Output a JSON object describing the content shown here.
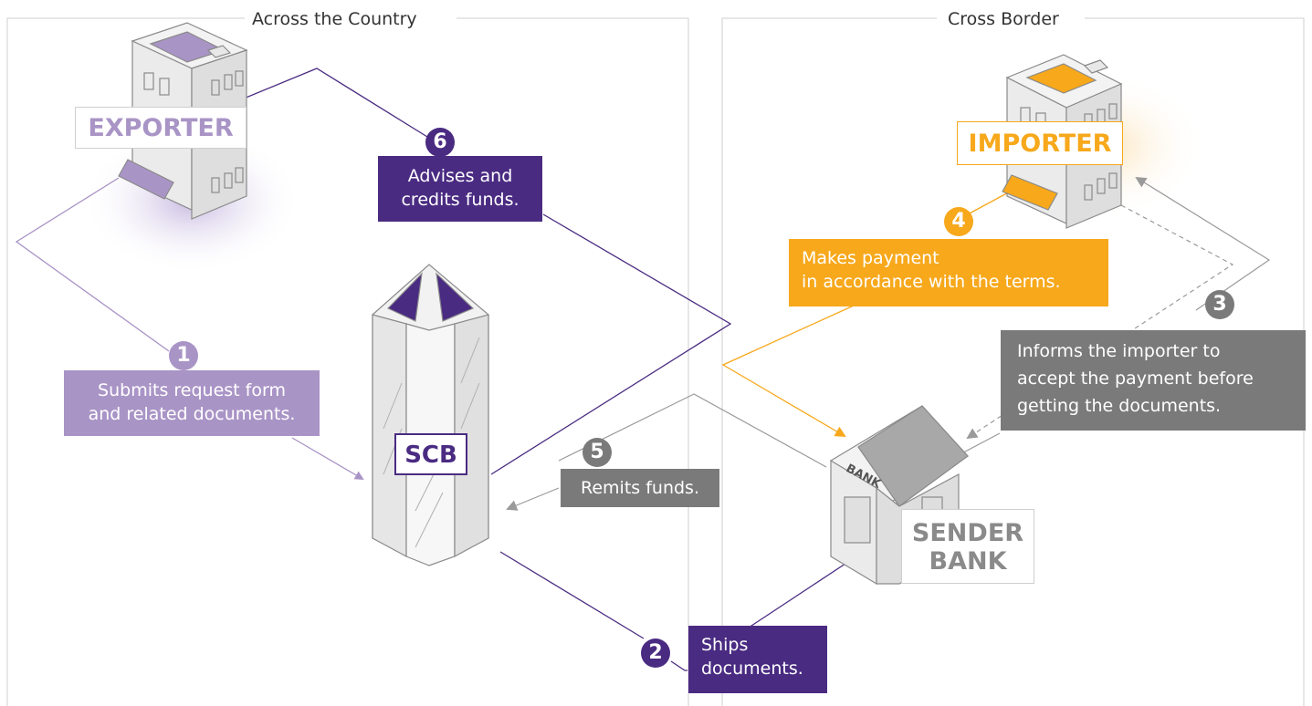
{
  "sections": {
    "left_title": "Across the Country",
    "right_title": "Cross Border"
  },
  "entities": {
    "exporter": "EXPORTER",
    "importer": "IMPORTER",
    "scb": "SCB",
    "sender_bank_line1": "SENDER",
    "sender_bank_line2": "BANK",
    "bank_sign": "BANK"
  },
  "steps": [
    {
      "number": "1",
      "text_line1": "Submits request form",
      "text_line2": "and related documents."
    },
    {
      "number": "2",
      "text_line1": "Ships",
      "text_line2": "documents."
    },
    {
      "number": "3",
      "text_line1": "Informs the importer to",
      "text_line2": "accept the payment before",
      "text_line3": "getting the documents."
    },
    {
      "number": "4",
      "text_line1": "Makes payment",
      "text_line2": "in accordance with the terms."
    },
    {
      "number": "5",
      "text_line1": "Remits funds."
    },
    {
      "number": "6",
      "text_line1": "Advises and",
      "text_line2": "credits funds."
    }
  ],
  "colors": {
    "purple_light": "#a994c6",
    "purple_dark": "#4a2b82",
    "orange": "#f7a81b",
    "gray": "#7a7a7a",
    "line_gray": "#9a9a9a"
  }
}
